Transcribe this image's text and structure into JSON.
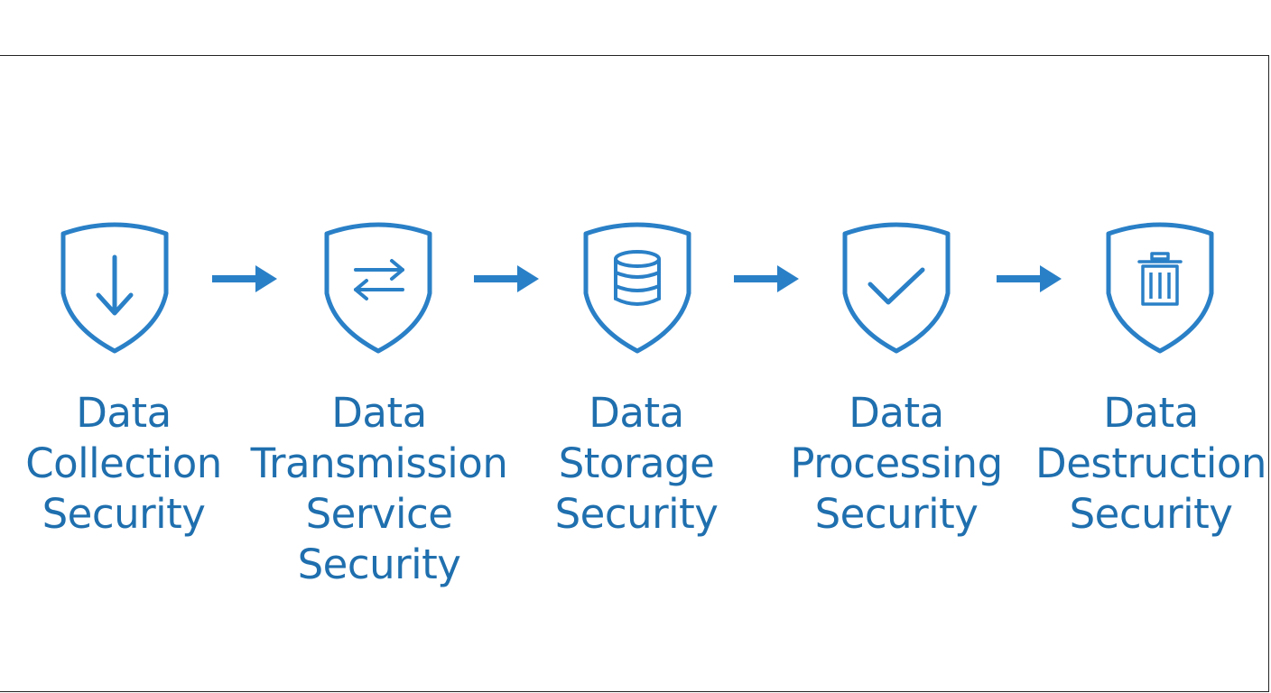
{
  "colors": {
    "accent": "#2a80c7",
    "text": "#1f6fae",
    "background": "#ffffff",
    "frame_border": "#222222"
  },
  "stages": [
    {
      "icon": "download-arrow-icon",
      "lines": [
        "Data",
        "Collection",
        "Security"
      ]
    },
    {
      "icon": "exchange-arrows-icon",
      "lines": [
        "Data",
        "Transmission",
        "Service",
        "Security"
      ]
    },
    {
      "icon": "database-icon",
      "lines": [
        "Data",
        "Storage",
        "Security"
      ]
    },
    {
      "icon": "checkmark-icon",
      "lines": [
        "Data",
        "Processing",
        "Security"
      ]
    },
    {
      "icon": "trash-can-icon",
      "lines": [
        "Data",
        "Destruction",
        "Security"
      ]
    }
  ],
  "connectors": [
    {
      "icon": "right-arrow-icon"
    },
    {
      "icon": "right-arrow-icon"
    },
    {
      "icon": "right-arrow-icon"
    },
    {
      "icon": "right-arrow-icon"
    }
  ]
}
